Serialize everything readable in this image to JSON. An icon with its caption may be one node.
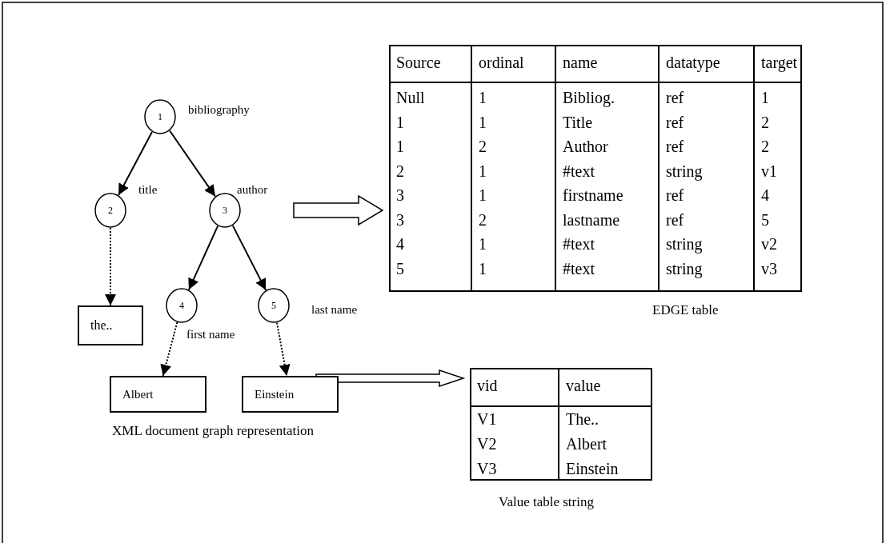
{
  "diagram": {
    "nodes": [
      {
        "text": [
          "1"
        ],
        "beside": [
          "bibliography"
        ]
      },
      {
        "text": [
          "2"
        ],
        "beside": [
          "title"
        ]
      },
      {
        "text": [
          "3"
        ],
        "beside": [
          "author"
        ]
      },
      {
        "text": [
          "the.."
        ]
      },
      {
        "text": [
          "4"
        ],
        "beside": [
          "first name"
        ]
      },
      {
        "text": [
          "5"
        ],
        "beside": [
          "last name"
        ]
      },
      {
        "text": [
          "Albert"
        ]
      },
      {
        "text": [
          "Einstein"
        ]
      },
      {
        "text": [
          "Source",
          "ordinal",
          "name",
          "datatype",
          "target",
          "Null",
          "1",
          "Bibliog.",
          "ref",
          "1",
          "1",
          "1",
          "Title",
          "ref",
          "2",
          "1",
          "2",
          "Author",
          "ref",
          "2",
          "2",
          "1",
          "#text",
          "string",
          "v1",
          "3",
          "1",
          "firstname",
          "ref",
          "4",
          "3",
          "2",
          "lastname",
          "ref",
          "5",
          "4",
          "1",
          "#text",
          "string",
          "v2",
          "5",
          "1",
          "#text",
          "string",
          "v3"
        ],
        "beside": [
          "EDGE table"
        ]
      },
      {
        "text": [
          "vid",
          "value",
          "V1",
          "The..",
          "V2",
          "Albert",
          "V3",
          "Einstein"
        ],
        "beside": [
          "Value table string"
        ]
      }
    ],
    "edges": [
      {
        "from": 0,
        "to": 1,
        "arrow": "to"
      },
      {
        "from": 0,
        "to": 2,
        "arrow": "to"
      },
      {
        "from": 1,
        "to": 3,
        "arrow": "to",
        "style": "dashed"
      },
      {
        "from": 2,
        "to": 4,
        "arrow": "to"
      },
      {
        "from": 2,
        "to": 5,
        "arrow": "to"
      },
      {
        "from": 4,
        "to": 6,
        "arrow": "to",
        "style": "dashed"
      },
      {
        "from": 5,
        "to": 7,
        "arrow": "to",
        "style": "dashed"
      },
      {
        "from": null,
        "to": 8,
        "arrow": "to",
        "style": "thick"
      },
      {
        "from": null,
        "to": 9,
        "arrow": "to",
        "style": "thick"
      }
    ],
    "labels": [
      "XML document graph representation"
    ]
  }
}
